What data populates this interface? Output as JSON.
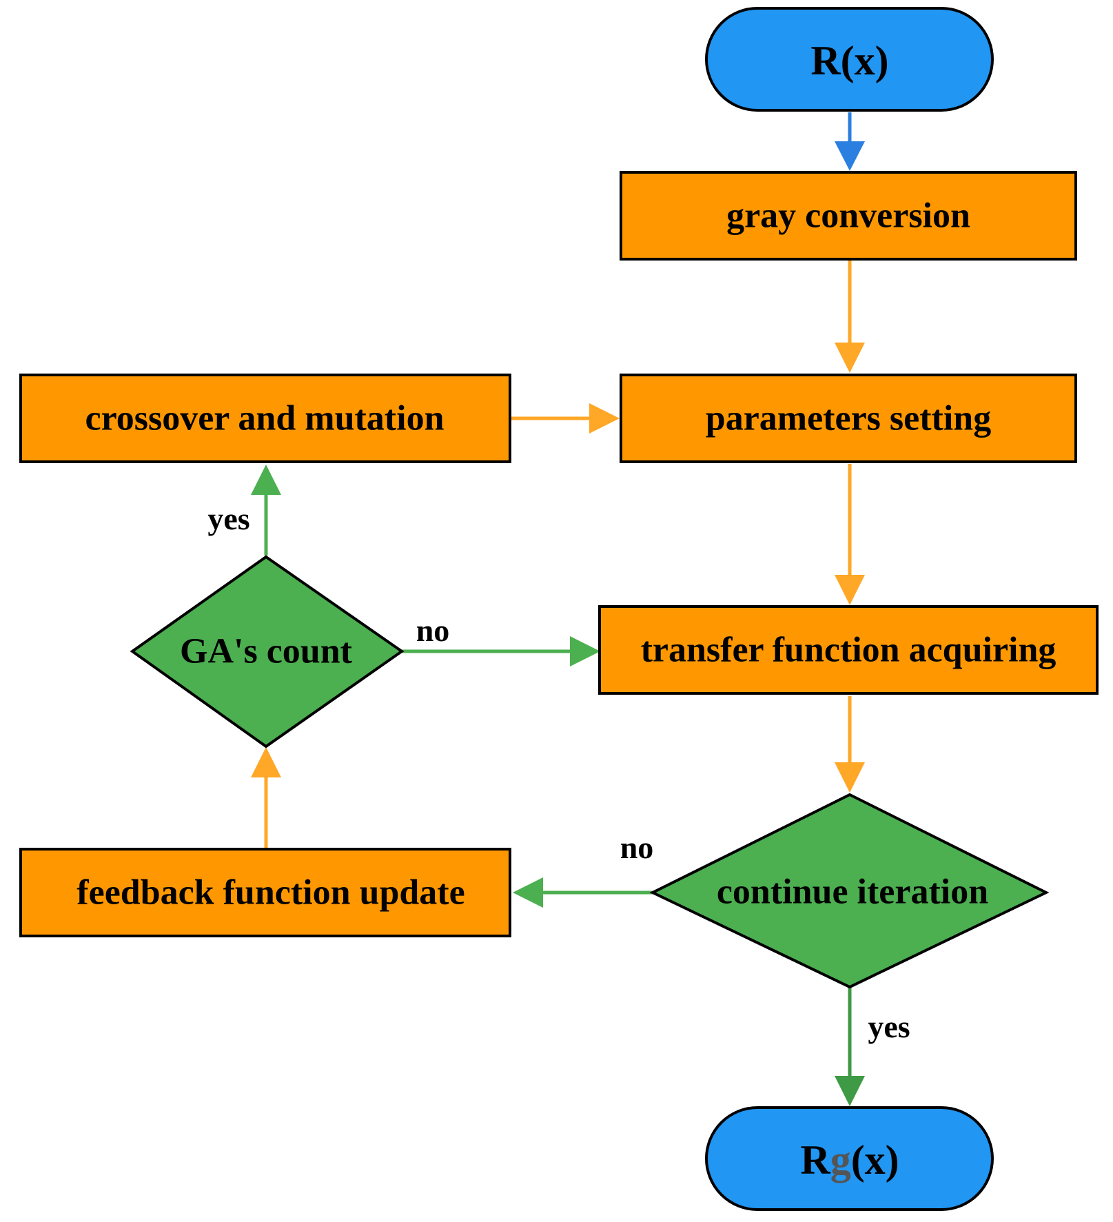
{
  "colors": {
    "terminal_fill": "#2196F3",
    "process_fill": "#FF9800",
    "decision_fill": "#4CAF50",
    "arrow_blue": "#2B7FE0",
    "arrow_orange": "#FFA726",
    "arrow_green": "#4CAF50",
    "stroke": "#000000"
  },
  "nodes": {
    "start": {
      "label": "R(x)"
    },
    "gray": {
      "label": "gray conversion"
    },
    "params": {
      "label": "parameters setting"
    },
    "transfer": {
      "label": "transfer function acquiring"
    },
    "continue": {
      "label": "continue iteration"
    },
    "end": {
      "label_main": "R",
      "label_sub": "g",
      "label_tail": "(x)"
    },
    "feedback": {
      "label": "feedback function update"
    },
    "ga": {
      "label": "GA's count"
    },
    "crossover": {
      "label": "crossover and mutation"
    }
  },
  "edge_labels": {
    "ga_yes": "yes",
    "ga_no": "no",
    "continue_no": "no",
    "continue_yes": "yes"
  }
}
